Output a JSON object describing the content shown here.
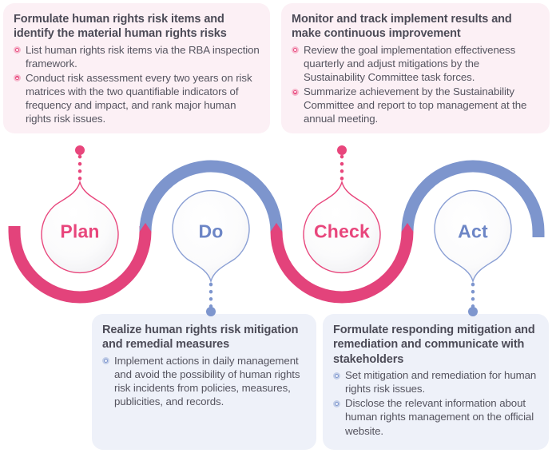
{
  "diagram": {
    "type": "pdca-cycle",
    "colors": {
      "pink": "#e8467c",
      "pink_arc": "#e3437b",
      "blue": "#7e96ce",
      "blue_arc": "#7d95cd",
      "pink_card_bg": "#fcf0f5",
      "blue_card_bg": "#eef1f9",
      "heading_text": "#4c4b57",
      "body_text": "#55545f"
    },
    "nodes": [
      {
        "id": "plan",
        "label": "Plan",
        "accent": "pink",
        "direction": "up"
      },
      {
        "id": "do",
        "label": "Do",
        "accent": "blue",
        "direction": "down"
      },
      {
        "id": "check",
        "label": "Check",
        "accent": "pink",
        "direction": "up"
      },
      {
        "id": "act",
        "label": "Act",
        "accent": "blue",
        "direction": "down"
      }
    ]
  },
  "cards": {
    "plan": {
      "title": "Formulate human rights risk items and identify the material human rights risks",
      "bullets": [
        "List human rights risk items via the RBA inspection framework.",
        "Conduct risk assessment every two years on risk matrices with the two quantifiable indicators of frequency and impact, and rank major human rights risk issues."
      ]
    },
    "check": {
      "title": "Monitor and track implement results and make continuous improvement",
      "bullets": [
        "Review the goal implementation effectiveness quarterly and adjust mitigations by the Sustainability Committee task forces.",
        "Summarize achievement by the Sustainability Committee and report to top management at the annual meeting."
      ]
    },
    "do": {
      "title": "Realize human rights risk mitigation and remedial measures",
      "bullets": [
        "Implement actions in daily management and avoid the possibility of human rights risk incidents from policies, measures, publicities, and records."
      ]
    },
    "act": {
      "title": "Formulate responding mitigation and remediation and communicate with stakeholders",
      "bullets": [
        "Set mitigation and remediation for human rights risk issues.",
        "Disclose the relevant information about human rights management on the official website."
      ]
    }
  }
}
